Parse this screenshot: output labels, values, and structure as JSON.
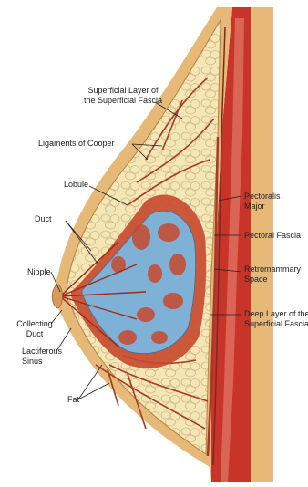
{
  "labels": {
    "superficial_layer_1": "Superficial Layer of",
    "superficial_layer_2": "the Superficial Fascia",
    "ligaments_of_cooper": "Ligaments of Cooper",
    "lobule": "Lobule",
    "duct": "Duct",
    "nipple": "Nipple",
    "collecting_duct_1": "Collecting",
    "collecting_duct_2": "Duct",
    "lactiferous_sinus_1": "Lactiferous",
    "lactiferous_sinus_2": "Sinus",
    "fat": "Fat",
    "pectoralis_major_1": "Pectoralis",
    "pectoralis_major_2": "Major",
    "pectoral_fascia": "Pectoral Fascia",
    "retromammary_1": "Retromammary",
    "retromammary_2": "Space",
    "deep_layer_1": "Deep Layer of the",
    "deep_layer_2": "Superficial Fascia"
  },
  "colors": {
    "skin": "#e6b979",
    "fat": "#f4e6b5",
    "fat_lobule_outline": "#cdb789",
    "muscle": "#c8342a",
    "muscle_light": "#e27b67",
    "fascia": "#a43a2a",
    "duct_blue": "#7fb1d6",
    "duct_red": "#c8482e",
    "leader_line": "#222222"
  }
}
